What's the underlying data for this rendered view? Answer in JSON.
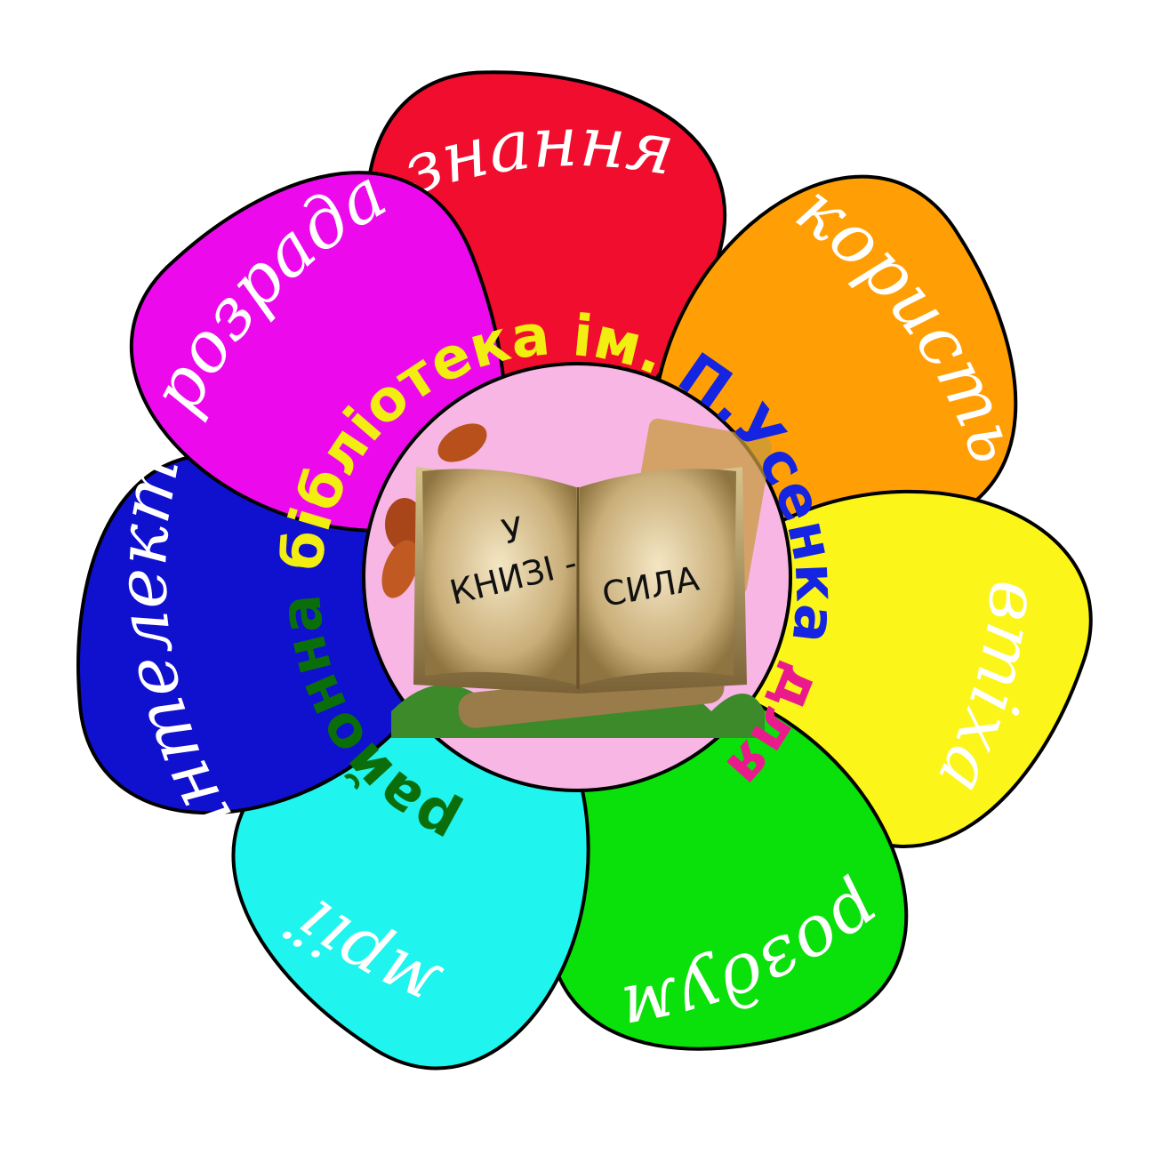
{
  "petals": [
    {
      "word": "знання",
      "color": "#f00d2d"
    },
    {
      "word": "користь",
      "color": "#ff9f05"
    },
    {
      "word": "втіха",
      "color": "#fbf51a"
    },
    {
      "word": "роздум",
      "color": "#0ae00a"
    },
    {
      "word": "мрії",
      "color": "#20f4ee"
    },
    {
      "word": "інтелект",
      "color": "#1010cf"
    },
    {
      "word": "розрада",
      "color": "#ec0aec"
    }
  ],
  "ring_text": [
    {
      "text": "районна ",
      "color": "#0a6e0a"
    },
    {
      "text": "бібліотека ім. ",
      "color": "#f2ee12"
    },
    {
      "text": "П.Усенка ",
      "color": "#1424e0"
    },
    {
      "text": "для дітей",
      "color": "#ea1a8c"
    }
  ],
  "book": {
    "line1": "У",
    "line2": "КНИЗІ -",
    "line3": "СИЛА"
  },
  "center_color": "#f7b6e3"
}
